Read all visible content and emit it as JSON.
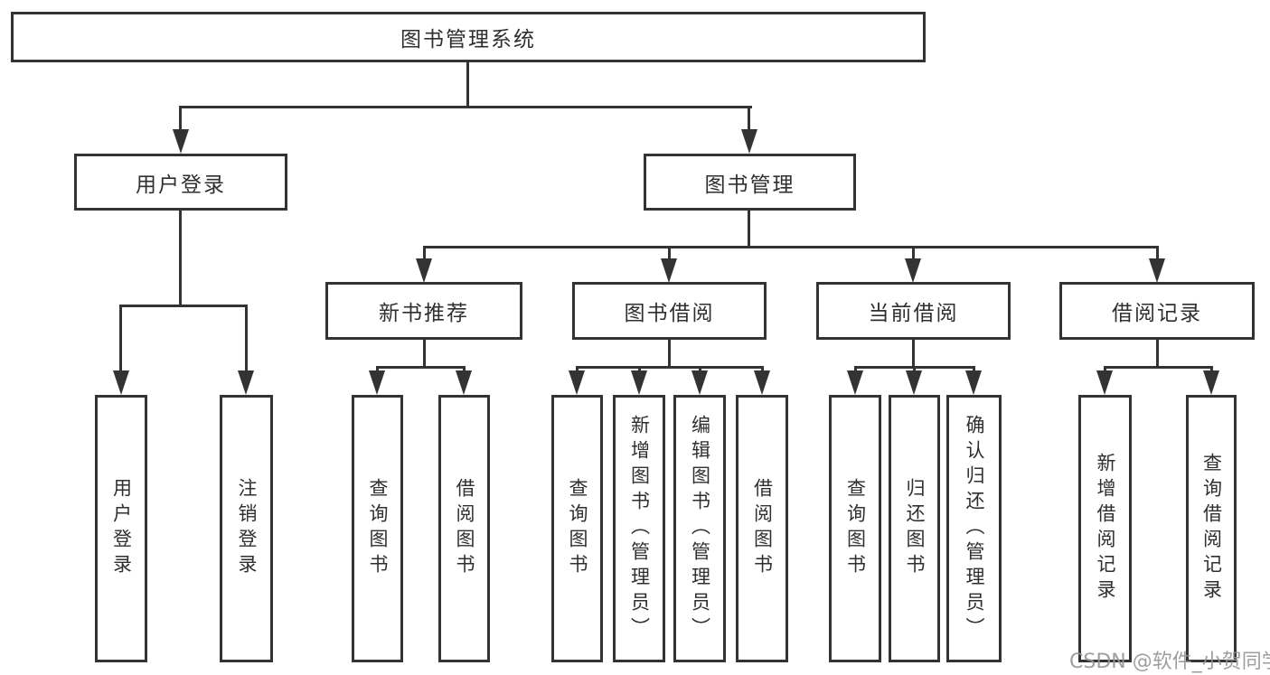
{
  "diagram": {
    "title": "图书管理系统",
    "colors": {
      "line": "#333333",
      "text": "#2f2f2f",
      "background": "#ffffff",
      "watermark_gray": "#949494"
    },
    "watermark": "CSDN @软件_小贺同学",
    "nodes": {
      "root": {
        "label": "图书管理系统"
      },
      "user_login": {
        "label": "用户登录"
      },
      "book_mgmt": {
        "label": "图书管理"
      },
      "login_leaf": {
        "label": "用户登录"
      },
      "logout_leaf": {
        "label": "注销登录"
      },
      "new_book_rec": {
        "label": "新书推荐"
      },
      "book_borrow": {
        "label": "图书借阅"
      },
      "current_borrow": {
        "label": "当前借阅"
      },
      "borrow_records": {
        "label": "借阅记录"
      },
      "rec_query": {
        "label": "查询图书"
      },
      "rec_borrow": {
        "label": "借阅图书"
      },
      "bb_query": {
        "label": "查询图书"
      },
      "bb_add": {
        "label": "新增图书（管理员）"
      },
      "bb_edit": {
        "label": "编辑图书（管理员）"
      },
      "bb_borrow": {
        "label": "借阅图书"
      },
      "cb_query": {
        "label": "查询图书"
      },
      "cb_return": {
        "label": "归还图书"
      },
      "cb_confirm": {
        "label": "确认归还（管理员）"
      },
      "br_add": {
        "label": "新增借阅记录"
      },
      "br_query": {
        "label": "查询借阅记录"
      }
    },
    "hierarchy": {
      "root": "图书管理系统",
      "children": [
        {
          "label": "用户登录",
          "children": [
            "用户登录",
            "注销登录"
          ]
        },
        {
          "label": "图书管理",
          "children": [
            {
              "label": "新书推荐",
              "children": [
                "查询图书",
                "借阅图书"
              ]
            },
            {
              "label": "图书借阅",
              "children": [
                "查询图书",
                "新增图书（管理员）",
                "编辑图书（管理员）",
                "借阅图书"
              ]
            },
            {
              "label": "当前借阅",
              "children": [
                "查询图书",
                "归还图书",
                "确认归还（管理员）"
              ]
            },
            {
              "label": "借阅记录",
              "children": [
                "新增借阅记录",
                "查询借阅记录"
              ]
            }
          ]
        }
      ]
    }
  }
}
